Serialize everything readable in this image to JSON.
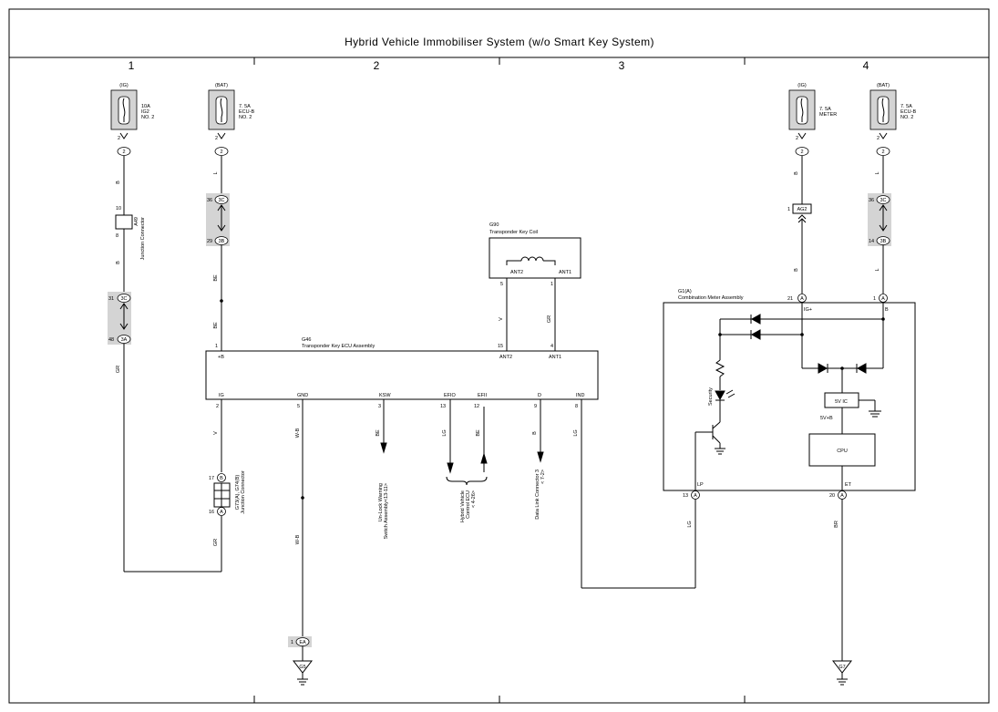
{
  "title": "Hybrid Vehicle Immobiliser System (w/o Smart Key System)",
  "columns": [
    "1",
    "2",
    "3",
    "4"
  ],
  "fuses": [
    {
      "source": "(IG)",
      "amp": "10A",
      "name1": "IG2",
      "name2": "NO. 2",
      "pin": "2",
      "conn": "2"
    },
    {
      "source": "(BAT)",
      "amp": "7. 5A",
      "name1": "ECU-B",
      "name2": "NO. 2",
      "pin": "2",
      "conn": "2"
    },
    {
      "source": "(IG)",
      "amp": "7. 5A",
      "name1": "METER",
      "name2": "",
      "pin": "2",
      "conn": "2"
    },
    {
      "source": "(BAT)",
      "amp": "7. 5A",
      "name1": "ECU-B",
      "name2": "NO. 2",
      "pin": "2",
      "conn": "2"
    }
  ],
  "wire_colors": {
    "w1a": "B",
    "w1b": "B",
    "w1c": "GR",
    "w1d": "GR",
    "w2a": "L",
    "w2b": "BE",
    "w2c": "BE",
    "w3a": "V",
    "w3b": "GR",
    "w4a": "V",
    "w5a": "W-B",
    "w5b": "W-B",
    "w6": "BE",
    "w7": "LG",
    "w8": "BE",
    "w9": "B",
    "w10": "LG",
    "w11": "LG",
    "w12a": "B",
    "w12b": "B",
    "w13a": "L",
    "w13b": "L",
    "w14": "BR"
  },
  "pins": {
    "a49_10": "10",
    "a49_8": "8",
    "c1_36": "36",
    "c1_29": "29",
    "c2_31": "31",
    "c2_48": "48",
    "c3_36": "36",
    "c3_14": "14",
    "ag2_1": "1",
    "g46_1": "1",
    "g46_15": "15",
    "g46_4": "4",
    "g46_2": "2",
    "g46_5": "5",
    "g46_3": "3",
    "g46_13": "13",
    "g46_12": "12",
    "g46_9": "9",
    "g46_8": "8",
    "g90_5": "5",
    "g90_1": "1",
    "g1_21": "21",
    "g1_1": "1",
    "g1_13": "13",
    "g1_20": "20",
    "g73_17": "17",
    "g73_16": "16",
    "ea_1": "1"
  },
  "connectors": {
    "c3c": "3C",
    "c3b": "3B",
    "c3c2": "3C",
    "c3a": "3A",
    "c3c3": "3C",
    "c3b2": "3B",
    "ag2": "AG2",
    "ea": "EA",
    "g1_21": "A",
    "g1_1": "A",
    "g1_13": "A",
    "g1_20": "A",
    "g73_b": "B",
    "g73_a": "A"
  },
  "a49": {
    "code": "A49",
    "name": "Junction Connector"
  },
  "g73": {
    "code": "G73(A), G74(B)",
    "name": "Junction Connector"
  },
  "g90": {
    "code": "G90",
    "name": "Transponder Key Coil",
    "ant2": "ANT2",
    "ant1": "ANT1"
  },
  "g46": {
    "code": "G46",
    "name": "Transponder Key ECU Assembly",
    "pin_b": "+B",
    "pin_ant2": "ANT2",
    "pin_ant1": "ANT1",
    "pin_ig": "IG",
    "pin_gnd": "GND",
    "pin_ksw": "KSW",
    "pin_efio": "EFIO",
    "pin_efii": "EFII",
    "pin_d": "D",
    "pin_ind": "IND"
  },
  "g1": {
    "code": "G1(A)",
    "name": "Combination Meter Assembly",
    "pin_ig": "IG+",
    "pin_b": "B",
    "pin_lp": "LP",
    "pin_et": "ET",
    "security": "Security",
    "ic": "5V IC",
    "v5b": "5V+B",
    "cpu": "CPU"
  },
  "refs": {
    "ksw": [
      "Un-Lock Warning",
      "Switch Assembly<13-11>"
    ],
    "hv": [
      "Hybrid Vehicle",
      "Control ECU",
      "< 4-26>"
    ],
    "dlc": [
      "Data Link Connector 3",
      "< 7-2>"
    ]
  },
  "grounds": {
    "g5": "G5",
    "g7": "G7"
  },
  "colors": {
    "line": "#000000",
    "shade": "#d4d4d4",
    "background": "#ffffff"
  }
}
